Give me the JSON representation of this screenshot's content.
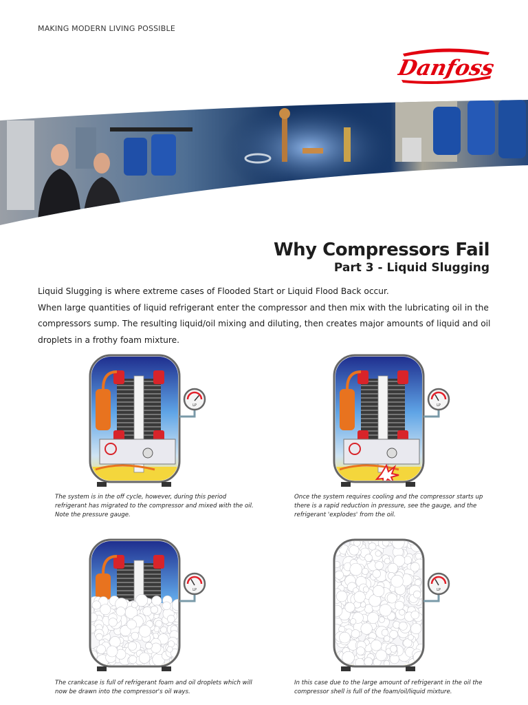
{
  "header": {
    "tagline": "MAKING MODERN LIVING POSSIBLE",
    "brand": "Danfoss",
    "brand_color": "#e2000f"
  },
  "heading": {
    "title": "Why Compressors Fail",
    "subtitle": "Part 3 - Liquid Slugging"
  },
  "intro": {
    "line1": "Liquid Slugging is where extreme cases of Flooded Start or Liquid Flood Back occur.",
    "line2": "When large quantities of liquid refrigerant enter the compressor and then mix with the lubricating oil in the compressors sump. The resulting liquid/oil mixing and diluting, then creates major amounts of liquid and oil droplets in a frothy foam mixture."
  },
  "figures": [
    {
      "caption": "The system is in the off cycle, however, during this period refrigerant has migrated to the compressor and mixed with the oil. Note the pressure gauge.",
      "foam_level": 0.0,
      "burst": false
    },
    {
      "caption": "Once the system requires cooling and the compressor starts up there is a rapid reduction in pressure, see the gauge, and the refrigerant 'explodes' from the oil.",
      "foam_level": 0.0,
      "burst": true
    },
    {
      "caption": "The crankcase is full of refrigerant foam and oil droplets which will now be drawn into the compressor's oil ways.",
      "foam_level": 0.5,
      "burst": false
    },
    {
      "caption": "In this case due to the large amount of refrigerant in the oil the compressor shell is full of the foam/oil/liquid mixture.",
      "foam_level": 1.0,
      "burst": false
    }
  ],
  "gauge_label": "LP"
}
